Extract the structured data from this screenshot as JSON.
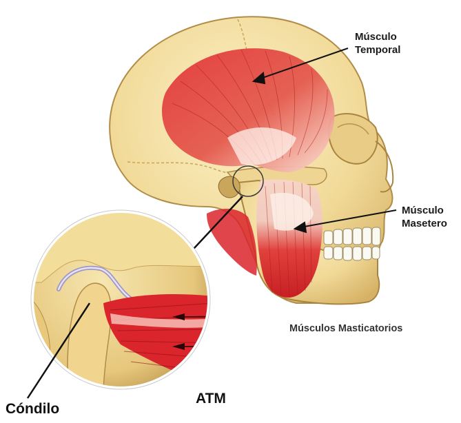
{
  "labels": {
    "temporal": {
      "line1": "Músculo",
      "line2": "Temporal"
    },
    "masetero": {
      "line1": "Músculo",
      "line2": "Masetero"
    },
    "masticatorios": "Músculos Masticatorios",
    "atm": "ATM",
    "condilo": "Cóndilo"
  },
  "colors": {
    "bone": "#f3dfa0",
    "bone_shadow": "#d9b86a",
    "muscle": "#d9252b",
    "muscle_light": "#f2a89a",
    "tendon": "#fbe6dc",
    "cartilage": "#c9c3e0"
  }
}
